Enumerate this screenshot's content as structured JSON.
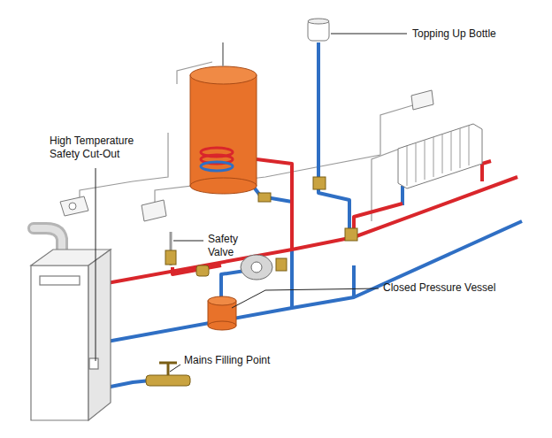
{
  "diagram": {
    "labels": [
      "Topping Up Bottle",
      "High Temperature Safety Cut-Out",
      "Safety Valve",
      "Closed Pressure Vessel",
      "Mains Filling Point"
    ]
  }
}
